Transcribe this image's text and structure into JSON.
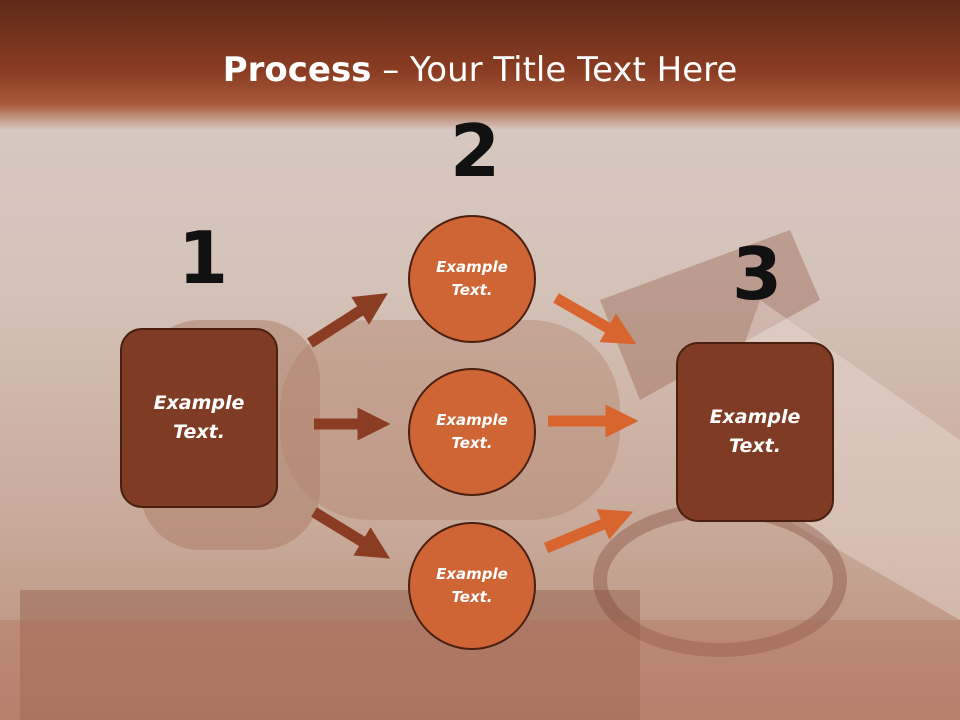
{
  "slide": {
    "title_bold": "Process",
    "title_rest": " – Your Title Text Here"
  },
  "steps": [
    {
      "number": "1",
      "box_text": "Example Text."
    },
    {
      "number": "2",
      "circles": [
        "Example Text.",
        "Example Text.",
        "Example Text."
      ]
    },
    {
      "number": "3",
      "box_text": "Example Text."
    }
  ],
  "colors": {
    "title_band": "#8a3d22",
    "box_fill": "#7f3b24",
    "circle_fill": "#cf6535",
    "left_arrows": "#8a3d22",
    "right_arrows": "#d9652e",
    "outline": "#4a1f10"
  }
}
